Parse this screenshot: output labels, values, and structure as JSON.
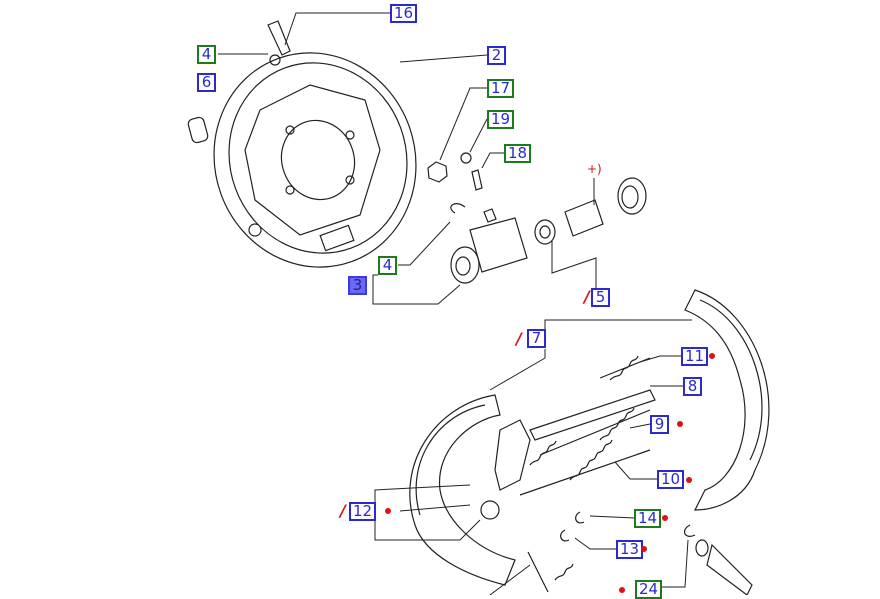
{
  "diagram": {
    "callouts": [
      {
        "id": "c16",
        "label": "16",
        "type": "part"
      },
      {
        "id": "c4a",
        "label": "4",
        "type": "kit"
      },
      {
        "id": "c2",
        "label": "2",
        "type": "part"
      },
      {
        "id": "c6",
        "label": "6",
        "type": "part"
      },
      {
        "id": "c17",
        "label": "17",
        "type": "kit"
      },
      {
        "id": "c19",
        "label": "19",
        "type": "kit"
      },
      {
        "id": "c18",
        "label": "18",
        "type": "kit"
      },
      {
        "id": "c4b",
        "label": "4",
        "type": "kit"
      },
      {
        "id": "c3",
        "label": "3",
        "type": "selected"
      },
      {
        "id": "c5",
        "label": "5",
        "type": "part"
      },
      {
        "id": "c7",
        "label": "7",
        "type": "part"
      },
      {
        "id": "c11",
        "label": "11",
        "type": "part"
      },
      {
        "id": "c8",
        "label": "8",
        "type": "part"
      },
      {
        "id": "c9",
        "label": "9",
        "type": "part"
      },
      {
        "id": "c10",
        "label": "10",
        "type": "part"
      },
      {
        "id": "c12",
        "label": "12",
        "type": "part"
      },
      {
        "id": "c14",
        "label": "14",
        "type": "kit"
      },
      {
        "id": "c13",
        "label": "13",
        "type": "part"
      },
      {
        "id": "c24",
        "label": "24",
        "type": "kit"
      }
    ],
    "note_mark": "+)",
    "colors": {
      "part": "#2a2ad0",
      "kit": "#1d7a1d",
      "selected": "#6a6af0",
      "marker": "#e01010"
    }
  }
}
